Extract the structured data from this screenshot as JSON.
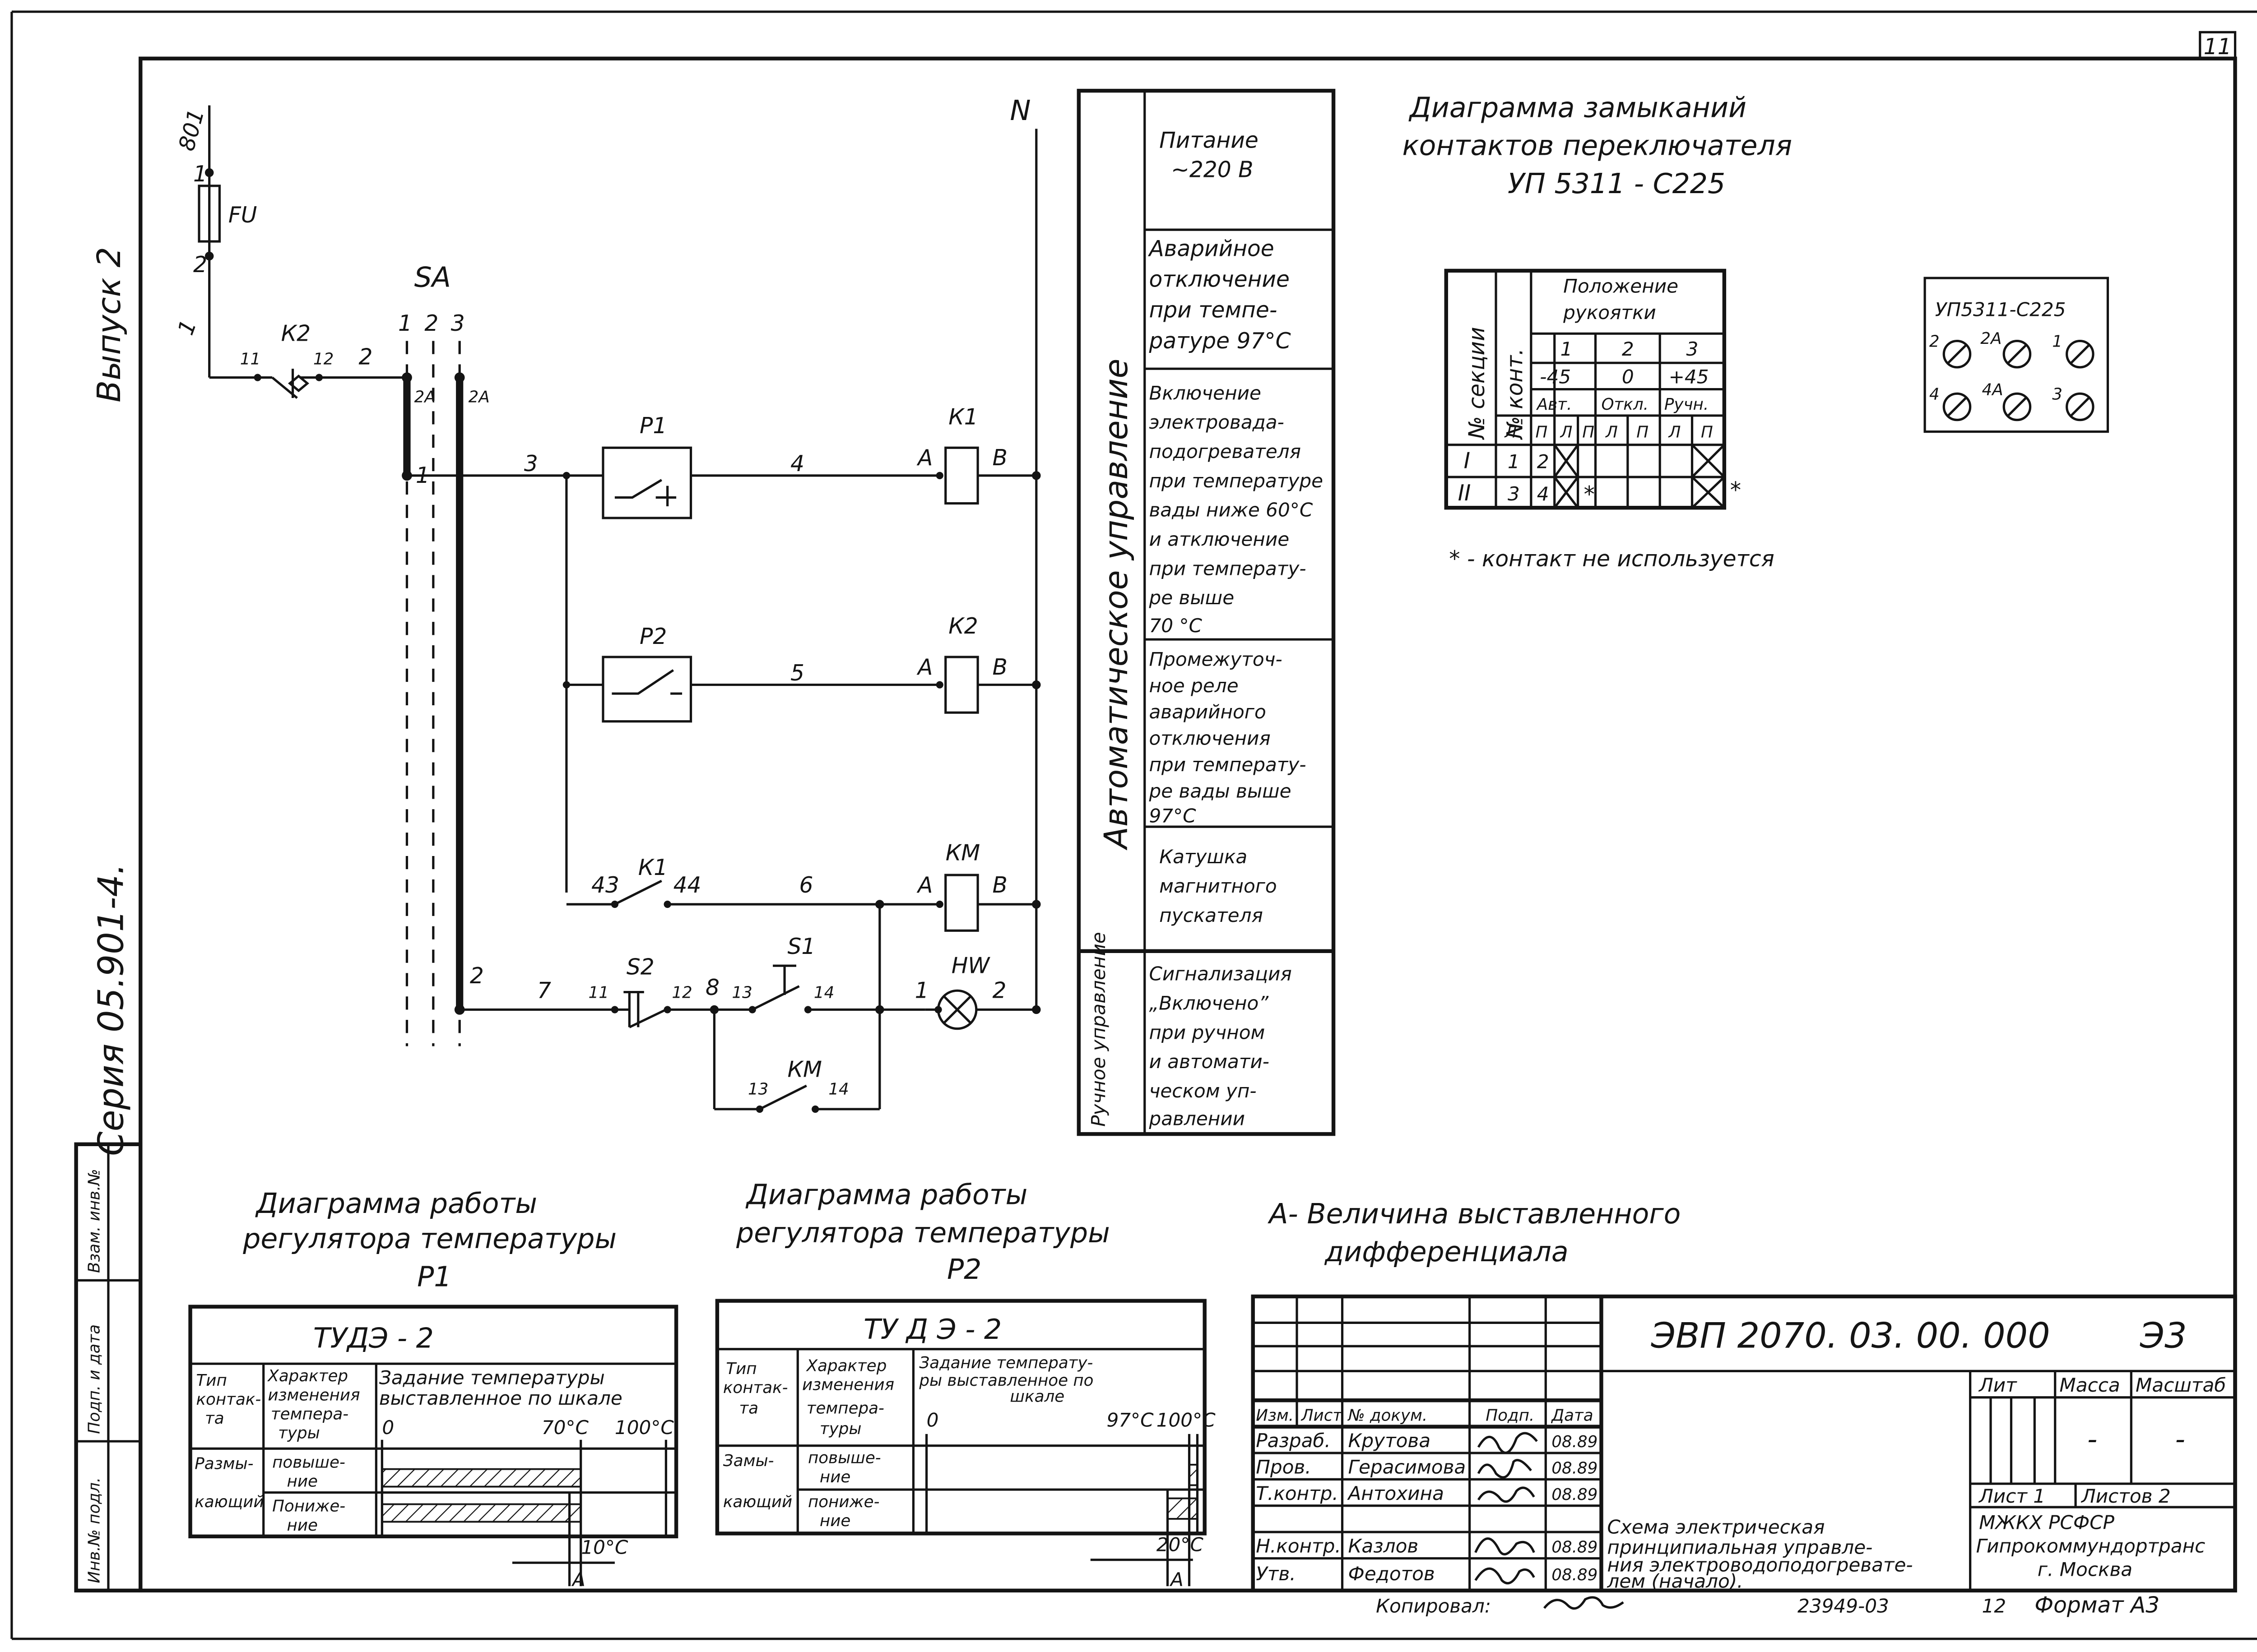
{
  "page_number": "11",
  "margin": {
    "issue": "Выпуск 2",
    "series": "Серия 05.901-4.",
    "stamp_cells": [
      "Инв.№ подл.",
      "Подп. и дата",
      "Взам. инв.№"
    ]
  },
  "circuit": {
    "labels": {
      "wire_801": "801",
      "fu": "FU",
      "fu_pin1": "1",
      "fu_pin2": "2",
      "branch_1": "1",
      "k2_contact": "К2",
      "k2_pin11": "11",
      "k2_pin12": "12",
      "wire_2": "2",
      "sa": "SA",
      "sa_col1": "1",
      "sa_col2": "2",
      "sa_col3": "3",
      "sa_2a_left": "2А",
      "sa_2a_right": "2А",
      "sa_pos1": "1",
      "sa_pos2": "2",
      "neutral": "N",
      "wire_3": "3",
      "p1": "Р1",
      "wire_4": "4",
      "k1": "К1",
      "k1_a": "А",
      "k1_b": "В",
      "p2": "Р2",
      "wire_5": "5",
      "k2_coil": "К2",
      "k2_a": "А",
      "k2_b": "В",
      "k1_contact": "К1",
      "k1_43": "43",
      "k1_44": "44",
      "wire_6": "6",
      "km": "КМ",
      "km_a": "А",
      "km_b": "В",
      "wire_7": "7",
      "s2": "S2",
      "s2_11": "11",
      "s2_12": "12",
      "node_8": "8",
      "s1": "S1",
      "s1_13": "13",
      "s1_14": "14",
      "hw": "HW",
      "hw_1": "1",
      "hw_2": "2",
      "km_contact": "КМ",
      "km_13": "13",
      "km_14": "14"
    }
  },
  "function_table": {
    "group_auto": "Автоматическое управление",
    "group_manual": "Ручное управление",
    "rows": [
      [
        "Питание",
        "~220 В"
      ],
      [
        "Аварийное",
        "отключение",
        "при темпе-",
        "ратуре 97°С"
      ],
      [
        "Включение",
        "электровада-",
        "подогревателя",
        "при температуре",
        "вады ниже 60°С",
        "и атключение",
        "при температу-",
        "ре выше",
        "70 °С"
      ],
      [
        "Промежуточ-",
        "ное реле",
        "аварийного",
        "отключения",
        "при температу-",
        "ре вады выше",
        "97°С"
      ],
      [
        "Катушка",
        "магнитного",
        "пускателя"
      ],
      [
        "Сигнализация",
        "„Включено”",
        "при ручном",
        "и автомати-",
        "ческом уп-",
        "равлении"
      ]
    ]
  },
  "switch_diagram": {
    "title_lines": [
      "Диаграмма замыканий",
      "контактов переключателя",
      "УП 5311 - С225"
    ],
    "header": {
      "section": "№ секции",
      "contact": "№ конт.",
      "handle_position": [
        "Положение",
        "рукоятки"
      ],
      "positions": [
        "1",
        "2",
        "3"
      ],
      "angles": [
        "-45",
        "0",
        "+45"
      ],
      "modes": [
        "Авт.",
        "Откл.",
        "Ручн."
      ],
      "sides": [
        "Л",
        "П",
        "Л",
        "П",
        "Л",
        "П",
        "Л",
        "П"
      ]
    },
    "rows": [
      {
        "section": "I",
        "contacts": [
          "1",
          "2"
        ]
      },
      {
        "section": "II",
        "contacts": [
          "3",
          "4"
        ]
      }
    ],
    "footnote": "* - контакт не используется",
    "terminal_block": {
      "title": "УП5311-С225",
      "terminals": [
        "2",
        "2А",
        "1",
        "4",
        "4А",
        "3"
      ]
    }
  },
  "regulators": [
    {
      "title_lines": [
        "Диаграмма работы",
        "регулятора температуры",
        "Р1"
      ],
      "device": "ТУДЭ - 2",
      "col_type": [
        "Тип",
        "контак-",
        "та"
      ],
      "col_change": [
        "Характер",
        "изменения",
        "темпера-",
        "туры"
      ],
      "col_setting": [
        "Задание температуры",
        "выставленное по шкале"
      ],
      "scale": [
        "0",
        "70°С",
        "100°С"
      ],
      "contact_type": [
        "Размы-",
        "кающий"
      ],
      "rise": [
        "повыше-",
        "ние"
      ],
      "fall": [
        "Пониже-",
        "ние"
      ],
      "diff": "10°С",
      "a_label": "А",
      "chart_data": {
        "type": "range",
        "scale_c": [
          0,
          100
        ],
        "setpoint_c": 70,
        "differential_c": 10
      }
    },
    {
      "title_lines": [
        "Диаграмма работы",
        "регулятора температуры",
        "Р2"
      ],
      "device": "ТУ Д Э - 2",
      "col_type": [
        "Тип",
        "контак-",
        "та"
      ],
      "col_change": [
        "Характер",
        "изменения",
        "темпера-",
        "туры"
      ],
      "col_setting": [
        "Задание температу-",
        "ры выставленное по",
        "шкале"
      ],
      "scale": [
        "0",
        "97°С",
        "100°С"
      ],
      "contact_type": [
        "Замы-",
        "кающий"
      ],
      "rise": [
        "повыше-",
        "ние"
      ],
      "fall": [
        "пониже-",
        "ние"
      ],
      "diff": "20°С",
      "a_label": "А",
      "chart_data": {
        "type": "range",
        "scale_c": [
          0,
          100
        ],
        "setpoint_c": 97,
        "differential_c": 20
      }
    }
  ],
  "legend_note": [
    "А- Величина выставленного",
    "дифференциала"
  ],
  "title_block": {
    "doc_code": "ЭВП 2070. 03. 00. 000",
    "doc_type": "Э3",
    "headers": [
      "Изм.",
      "Лист",
      "№ докум.",
      "Подп.",
      "Дата"
    ],
    "people": [
      {
        "role": "Разраб.",
        "name": "Крутова",
        "date": "08.89"
      },
      {
        "role": "Пров.",
        "name": "Герасимова",
        "date": "08.89"
      },
      {
        "role": "Т.контр.",
        "name": "Антохина",
        "date": "08.89"
      },
      {
        "role": "Н.контр.",
        "name": "Казлов",
        "date": "08.89"
      },
      {
        "role": "Утв.",
        "name": "Федотов",
        "date": "08.89"
      }
    ],
    "description": [
      "Схема электрическая",
      "принципиальная управле-",
      "ния электроводоподогревате-",
      "лем (начало)."
    ],
    "lit": "Лит",
    "mass": "Масса",
    "scale": "Масштаб",
    "mass_value": "-",
    "scale_value": "-",
    "sheet": "Лист 1",
    "sheets": "Листов 2",
    "org_lines": [
      "МЖКХ РСФСР",
      "Гипрокоммундортранс",
      "г. Москва"
    ],
    "copied": "Копировал:",
    "order": "23949-03",
    "order_sheet": "12",
    "format": "Формат А3"
  }
}
